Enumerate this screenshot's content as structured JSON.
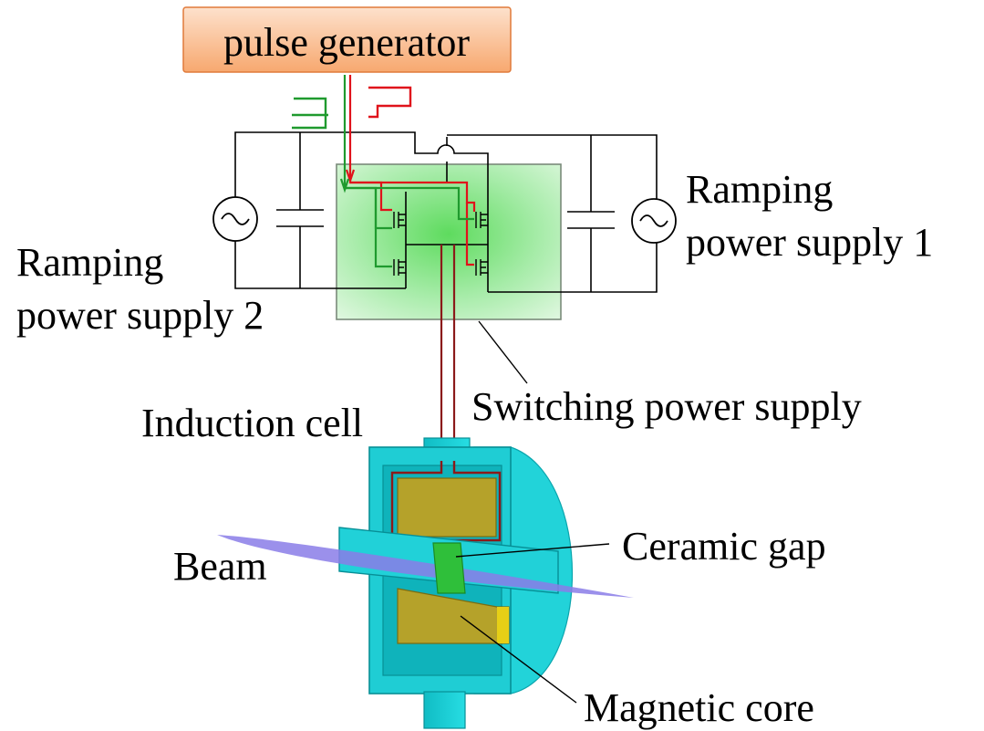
{
  "labels": {
    "pulse_generator": "pulse generator",
    "ramping_ps1_line1": "Ramping",
    "ramping_ps1_line2": "power supply 1",
    "ramping_ps2_line1": "Ramping",
    "ramping_ps2_line2": "power supply 2",
    "switching_power_supply": "Switching power supply",
    "induction_cell": "Induction cell",
    "ceramic_gap": "Ceramic gap",
    "beam": "Beam",
    "magnetic_core": "Magnetic core"
  },
  "colors": {
    "pulse_generator_fill": "#f9b98d",
    "pulse_generator_border": "#e07a3a",
    "gate_signal_a": "#e0121b",
    "gate_signal_b": "#1f9a2e",
    "switch_box": "#9fe59f",
    "cell_body": "#1ccfd6",
    "core": "#b5a22a",
    "ceramic": "#2fbf3a",
    "beam": "#8a7de8",
    "cable": "#8b1a1a"
  }
}
